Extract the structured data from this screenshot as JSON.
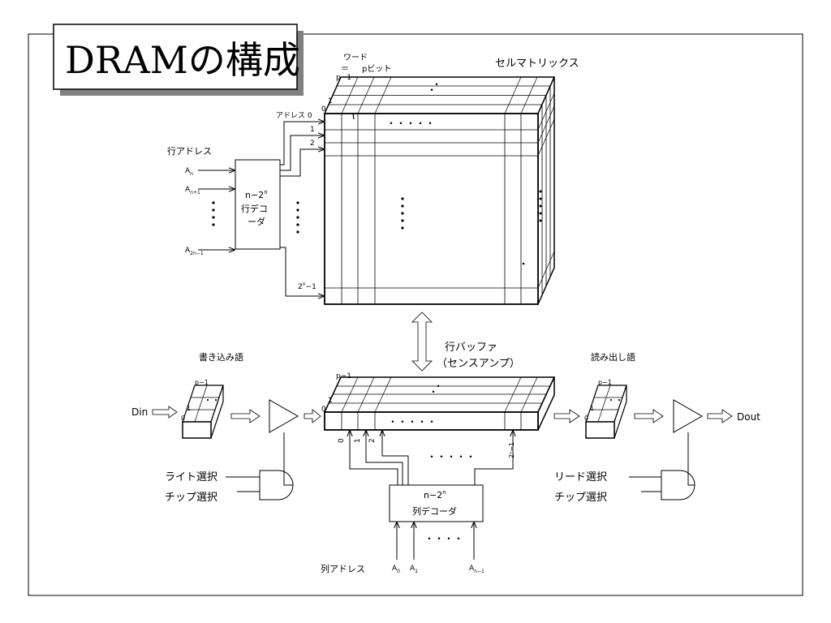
{
  "title": "DRAMの構成",
  "cell_matrix": {
    "label": "セルマトリックス",
    "word_label": "ワード",
    "word_eq": "＝",
    "word_bits": "pビット",
    "depth_top": "p−1",
    "depth_mid": "1",
    "depth_front": "0",
    "dots": "・・・・・"
  },
  "row_address": {
    "label": "行アドレス",
    "inputs": [
      {
        "base": "A",
        "sub": "n"
      },
      {
        "base": "A",
        "sub": "n+1"
      },
      {
        "base": "A",
        "sub": "2n−1"
      }
    ],
    "word_lines": [
      "アドレス 0",
      "1",
      "2"
    ],
    "last_line_base": "2",
    "last_line_sup": "n",
    "last_line_tail": "−1"
  },
  "row_decoder": {
    "line1_base": "n−2",
    "line1_sup": "n",
    "line2": "行デコ",
    "line3": "ーダ"
  },
  "row_buffer": {
    "label": "行バッファ",
    "sublabel": "（センスアンプ）",
    "depth_top": "p−1",
    "depth_mid": "1",
    "depth_front": "0",
    "dots": "・・・・・",
    "columns": [
      "0",
      "1",
      "2"
    ],
    "last_col": "2ⁿ−1"
  },
  "write": {
    "label": "書き込み語",
    "input": "Din",
    "depth_top": "p−1",
    "depth_mid": "1",
    "depth_front": "0",
    "select1": "ライト選択",
    "select2": "チップ選択"
  },
  "read": {
    "label": "読み出し語",
    "output": "Dout",
    "depth_top": "p−1",
    "depth_mid": "1",
    "depth_front": "0",
    "select1": "リード選択",
    "select2": "チップ選択"
  },
  "col_decoder": {
    "line1_base": "n−2",
    "line1_sup": "n",
    "line2": "列デコーダ"
  },
  "col_address": {
    "label": "列アドレス",
    "inputs": [
      {
        "base": "A",
        "sub": "0"
      },
      {
        "base": "A",
        "sub": "1"
      },
      {
        "base": "A",
        "sub": "n−1"
      }
    ],
    "dots": "・・・・"
  }
}
